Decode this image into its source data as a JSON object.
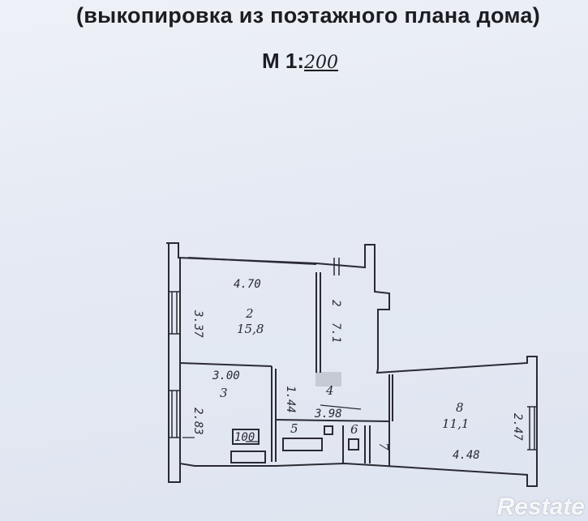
{
  "document": {
    "title": "(выкопировка из поэтажного плана дома)",
    "scale_prefix": "М 1:",
    "scale_value": "200"
  },
  "plan": {
    "dims": {
      "room2_width": "4.70",
      "room2_height": "3.37",
      "corridor_width": "2",
      "corridor_height": "7.1",
      "kitchen_width": "3.00",
      "kitchen_height": "2.83",
      "hall_side": "1.44",
      "hall_width": "3.98",
      "room8_height": "2.47",
      "room8_width": "4.48"
    },
    "rooms": {
      "room2_number": "2",
      "room2_area": "15,8",
      "kitchen_number": "3",
      "hall_number": "4",
      "room5_number": "5",
      "room6_number": "6",
      "room7_number": "7",
      "room8_number": "8",
      "room8_area": "11,1",
      "stove_label": "100"
    }
  },
  "watermark": {
    "text": "Restate"
  },
  "colors": {
    "ink": "#2a2a33",
    "paper": "#e8ecf4"
  }
}
